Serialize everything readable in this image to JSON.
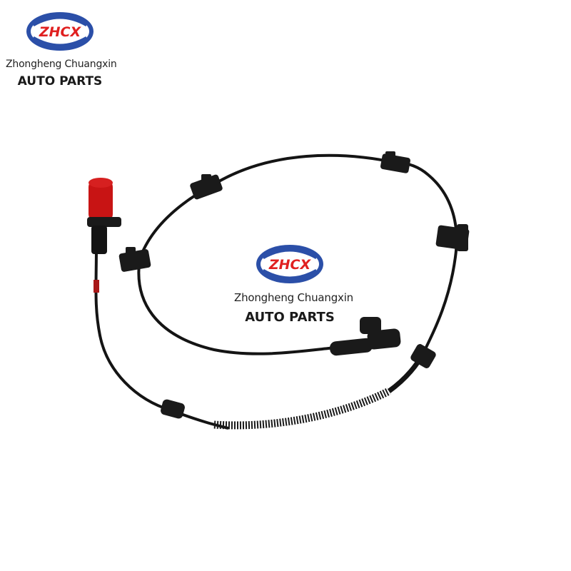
{
  "brand": {
    "logo_letters": "ZHCX",
    "company_name": "Zhongheng Chuangxin",
    "tagline": "AUTO PARTS"
  },
  "watermark": {
    "logo_letters": "ZHCX",
    "company_name": "Zhongheng Chuangxin",
    "tagline": "AUTO PARTS"
  },
  "colors": {
    "logo_blue": "#2b4fa8",
    "logo_red": "#e02020",
    "cable": "#141414",
    "sensor_cap": "#c81414"
  },
  "product": {
    "subject": "abs-wheel-speed-sensor-cable"
  }
}
